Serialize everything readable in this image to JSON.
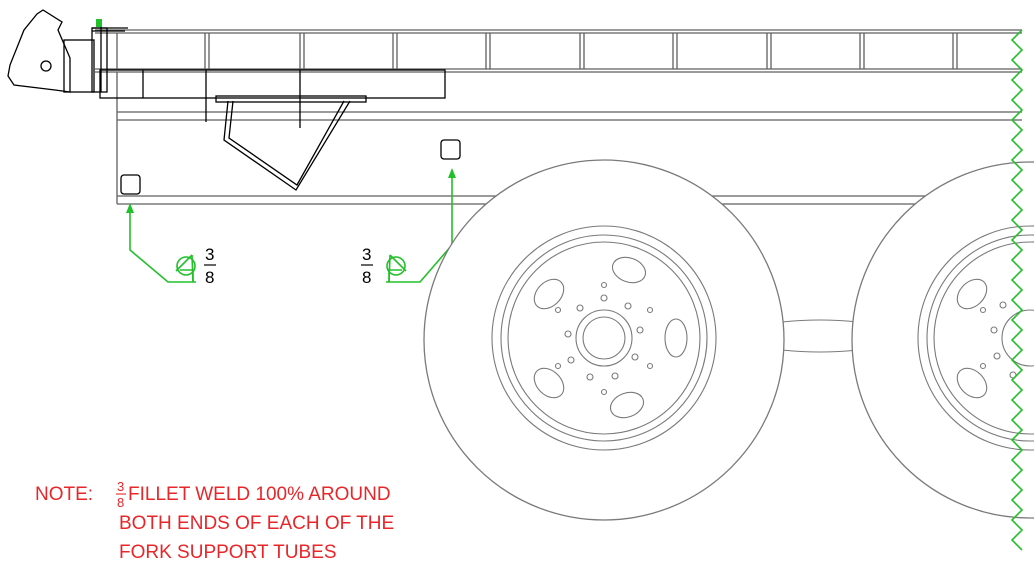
{
  "weld_symbols": [
    {
      "numerator": "3",
      "denominator": "8"
    },
    {
      "numerator": "3",
      "denominator": "8"
    }
  ],
  "note": {
    "prefix": "NOTE:",
    "size_numerator": "3",
    "size_denominator": "8",
    "line1": "FILLET WELD 100% AROUND",
    "line2": "BOTH ENDS OF EACH OF THE",
    "line3": "FORK SUPPORT TUBES"
  },
  "colors": {
    "drawing_lines": "#5f5f5f",
    "weld_leaders": "#22c02a",
    "note_text": "#e8262a",
    "background": "#ffffff"
  }
}
